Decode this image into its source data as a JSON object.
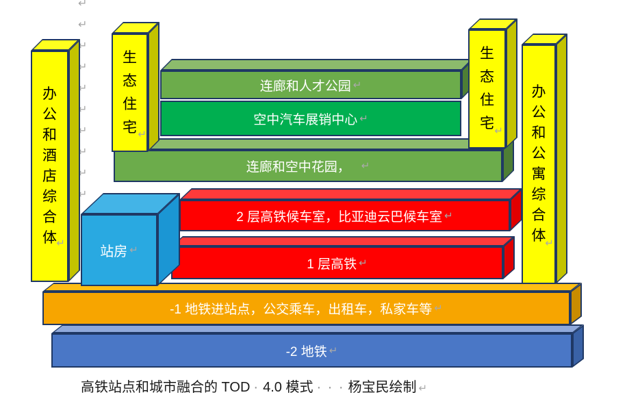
{
  "labels": {
    "pillar_left_office": "办公和酒店综合体",
    "pillar_left_eco": "生态住宅",
    "pillar_right_eco": "生态住宅",
    "pillar_right_office": "办公和公寓综合体",
    "bar_park": "连廊和人才公园",
    "bar_expo": "空中汽车展销中心",
    "bar_garden": "连廊和空中花园，",
    "bar_rail_upper": "2 层高铁候车室，比亚迪云巴候车室",
    "bar_rail_lower": "1 层高铁",
    "cube_station": "站房",
    "bar_metro_minus1": "-1 地铁进站点，公交乘车，出租车，私家车等",
    "bar_metro_minus2": "-2 地铁"
  },
  "caption": {
    "text_left": "高铁站点和城市融合的 TOD",
    "space_dot": "·",
    "text_mid": "4.0 模式",
    "space_dots": "· · ·",
    "text_right": "杨宝民绘制"
  },
  "formatting": {
    "paragraph_mark": "↵",
    "empty_paragraph_count": "10"
  },
  "colors": {
    "yellow_front": "#FFFF00",
    "yellow_side": "#C3C300",
    "green_front": "#6CAC4B",
    "green_top": "#8CBB6C",
    "green_side": "#4E7E35",
    "emerald": "#00AF50",
    "red_front": "#FF0000",
    "red_top": "#FF3A3A",
    "red_side": "#E00000",
    "sky_front": "#29A9E1",
    "sky_top": "#43B4E7",
    "sky_side": "#1B96D4",
    "orange_front": "#F7A500",
    "orange_top": "#FFBE14",
    "orange_side": "#C98C00",
    "blue_front": "#4A77C6",
    "blue_top": "#8FA9DB",
    "blue_side": "#3A62A6",
    "outline_navy": "#1F3864",
    "mark_gray": "#A6A6A6",
    "text_white": "#FFFFFF",
    "text_black": "#000000"
  }
}
